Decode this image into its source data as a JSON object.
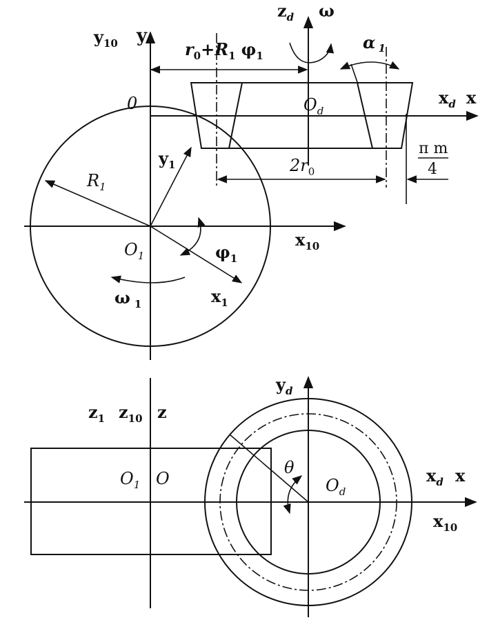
{
  "labels": {
    "y10_top": "y",
    "y10_top_sub": "10",
    "y_top": "y",
    "zd": "z",
    "zd_sub": "d",
    "omega": "ω",
    "r0": "r",
    "r0_sub": "0",
    "plus": "+",
    "R1": "R",
    "R1_sub": "1",
    "phi1_top": "φ",
    "phi1_top_sub": "1",
    "alpha1": "α",
    "alpha1_sub": "1",
    "origin_top": "0",
    "Od_top": "O",
    "Od_top_sub": "d",
    "xd_top": "x",
    "xd_top_sub": "d",
    "x_top": "x",
    "two_r0": "2r",
    "two_r0_sub": "0",
    "pi_m_num": "π m",
    "pi_m_den": "4",
    "R1_circle": "R",
    "R1_circle_sub": "1",
    "y1": "y",
    "y1_sub": "1",
    "x10_top": "x",
    "x10_top_sub": "10",
    "O1_top": "O",
    "O1_top_sub": "1",
    "phi1": "φ",
    "phi1_sub": "1",
    "omega1": "ω",
    "omega1_sub": "1",
    "x1": "x",
    "x1_sub": "1",
    "yd_bottom": "y",
    "yd_bottom_sub": "d",
    "z1": "z",
    "z1_sub": "1",
    "z10": "z",
    "z10_sub": "10",
    "z_bottom": "z",
    "O1_bottom": "O",
    "O1_bottom_sub": "1",
    "O_bottom": "O",
    "theta": "θ",
    "Od_bottom": "O",
    "Od_bottom_sub": "d",
    "xd_bottom": "x",
    "xd_bottom_sub": "d",
    "x_bottom": "x",
    "x10_bottom": "x",
    "x10_bottom_sub": "10"
  }
}
